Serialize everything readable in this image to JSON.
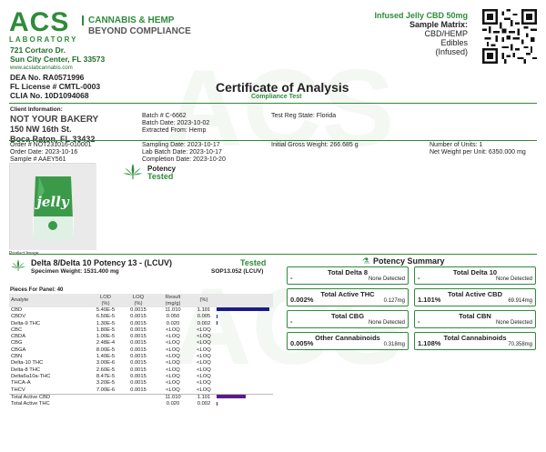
{
  "lab": {
    "logo_main": "ACS",
    "logo_sub": "LABORATORY",
    "tagline1": "CANNABIS & HEMP",
    "tagline2": "BEYOND COMPLIANCE",
    "address1": "721 Cortaro Dr.",
    "address2": "Sun City Center, FL 33573",
    "website": "www.acslabcannabis.com",
    "dea": "DEA No. RA0571996",
    "fl_license": "FL License # CMTL-0003",
    "clia": "CLIA No. 10D1094068"
  },
  "product": {
    "name": "Infused Jelly CBD 50mg",
    "matrix_label": "Sample Matrix:",
    "matrix1": "CBD/HEMP",
    "matrix2": "Edibles",
    "matrix3": "(Infused)"
  },
  "certificate": {
    "title": "Certificate of Analysis",
    "subtitle": "Compliance Test"
  },
  "client": {
    "label": "Client Information:",
    "name": "NOT YOUR BAKERY",
    "address1": "150 NW 16th St.",
    "address2": "Boca Raton, FL 33432"
  },
  "batch": {
    "batch_no": "Batch # C-6662",
    "batch_date": "Batch Date: 2023-10-02",
    "extracted_from": "Extracted From: Hemp",
    "test_reg_state": "Test Reg State: Florida"
  },
  "order": {
    "order_no": "Order # NOT231016-010001",
    "order_date": "Order Date: 2023-10-16",
    "sample_no": "Sample # AAEY561",
    "sampling_date": "Sampling Date: 2023-10-17",
    "lab_batch_date": "Lab Batch Date: 2023-10-17",
    "completion_date": "Completion Date: 2023-10-20",
    "initial_gross_weight": "Initial Gross Weight: 266.685 g",
    "number_of_units": "Number of Units: 1",
    "net_weight_per_unit": "Net Weight per Unit: 6350.000 mg"
  },
  "potency_header": {
    "label": "Potency",
    "status": "Tested"
  },
  "image_label": "Product Image",
  "panel": {
    "title": "Delta 8/Delta 10 Potency 13 - (LCUV)",
    "specimen_weight": "Specimen Weight: 1531.400 mg",
    "status": "Tested",
    "sop": "SOP13.052 (LCUV)",
    "pieces": "Pieces For Panel: 40",
    "headers": [
      "Analyte",
      "LOD\n(%)",
      "LOQ\n(%)",
      "Result\n(mg/g)",
      "(%)"
    ],
    "rows": [
      {
        "analyte": "CBD",
        "lod": "5.40E-5",
        "loq": "0.0015",
        "result": "11.010",
        "pct": "1.101",
        "bar": 1.0,
        "color": "#1a1a8c"
      },
      {
        "analyte": "CBDV",
        "lod": "6.50E-5",
        "loq": "0.0015",
        "result": "0.050",
        "pct": "0.005",
        "bar": 0.01,
        "color": "#1a1a8c"
      },
      {
        "analyte": "Delta-9 THC",
        "lod": "1.30E-5",
        "loq": "0.0015",
        "result": "0.020",
        "pct": "0.002",
        "bar": 0.01,
        "color": "#1a1a8c"
      },
      {
        "analyte": "CBC",
        "lod": "1.80E-5",
        "loq": "0.0015",
        "result": "<LOQ",
        "pct": "<LOQ",
        "bar": 0,
        "color": ""
      },
      {
        "analyte": "CBDA",
        "lod": "1.00E-5",
        "loq": "0.0015",
        "result": "<LOQ",
        "pct": "<LOQ",
        "bar": 0,
        "color": ""
      },
      {
        "analyte": "CBG",
        "lod": "2.48E-4",
        "loq": "0.0015",
        "result": "<LOQ",
        "pct": "<LOQ",
        "bar": 0,
        "color": ""
      },
      {
        "analyte": "CBGA",
        "lod": "8.00E-5",
        "loq": "0.0015",
        "result": "<LOQ",
        "pct": "<LOQ",
        "bar": 0,
        "color": ""
      },
      {
        "analyte": "CBN",
        "lod": "1.40E-5",
        "loq": "0.0015",
        "result": "<LOQ",
        "pct": "<LOQ",
        "bar": 0,
        "color": ""
      },
      {
        "analyte": "Delta-10 THC",
        "lod": "3.00E-6",
        "loq": "0.0015",
        "result": "<LOQ",
        "pct": "<LOQ",
        "bar": 0,
        "color": ""
      },
      {
        "analyte": "Delta-8 THC",
        "lod": "2.60E-5",
        "loq": "0.0015",
        "result": "<LOQ",
        "pct": "<LOQ",
        "bar": 0,
        "color": ""
      },
      {
        "analyte": "Delta6a10a-THC",
        "lod": "8.47E-5",
        "loq": "0.0015",
        "result": "<LOQ",
        "pct": "<LOQ",
        "bar": 0,
        "color": ""
      },
      {
        "analyte": "THCA-A",
        "lod": "3.20E-5",
        "loq": "0.0015",
        "result": "<LOQ",
        "pct": "<LOQ",
        "bar": 0,
        "color": ""
      },
      {
        "analyte": "THCV",
        "lod": "7.00E-6",
        "loq": "0.0015",
        "result": "<LOQ",
        "pct": "<LOQ",
        "bar": 0,
        "color": ""
      },
      {
        "analyte": "Total Active CBD",
        "lod": "",
        "loq": "",
        "result": "11.010",
        "pct": "1.101",
        "bar": 0.55,
        "color": "#5a1a8c"
      },
      {
        "analyte": "Total Active THC",
        "lod": "",
        "loq": "",
        "result": "0.020",
        "pct": "0.002",
        "bar": 0.01,
        "color": "#5a1a8c"
      }
    ]
  },
  "potency_summary": {
    "title": "Potency Summary",
    "cards": [
      {
        "name": "Total Delta 8",
        "pct": "-",
        "value": "None Detected"
      },
      {
        "name": "Total Delta 10",
        "pct": "-",
        "value": "None Detected"
      },
      {
        "name": "Total Active THC",
        "pct": "0.002%",
        "value": "0.127mg"
      },
      {
        "name": "Total Active CBD",
        "pct": "1.101%",
        "value": "69.914mg"
      },
      {
        "name": "Total CBG",
        "pct": "-",
        "value": "None Detected"
      },
      {
        "name": "Total CBN",
        "pct": "-",
        "value": "None Detected"
      },
      {
        "name": "Other Cannabinoids",
        "pct": "0.005%",
        "value": "0.318mg"
      },
      {
        "name": "Total Cannabinoids",
        "pct": "1.108%",
        "value": "70.358mg"
      }
    ]
  },
  "watermark": "ACS",
  "colors": {
    "brand_green": "#2e8b3a",
    "cbd_bar": "#1a1a8c",
    "total_bar": "#5a1a8c"
  }
}
